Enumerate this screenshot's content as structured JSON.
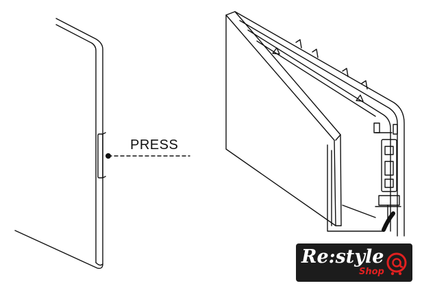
{
  "callout": {
    "label": "PRESS"
  },
  "logo": {
    "main_text": "Re:style",
    "sub_text": "Shop"
  },
  "colors": {
    "line": "#111111",
    "logo_bg": "#1c1c1c",
    "logo_red": "#e02020",
    "logo_white": "#ffffff"
  },
  "icons": {
    "logo_badge": "at-sign-cart-icon"
  }
}
